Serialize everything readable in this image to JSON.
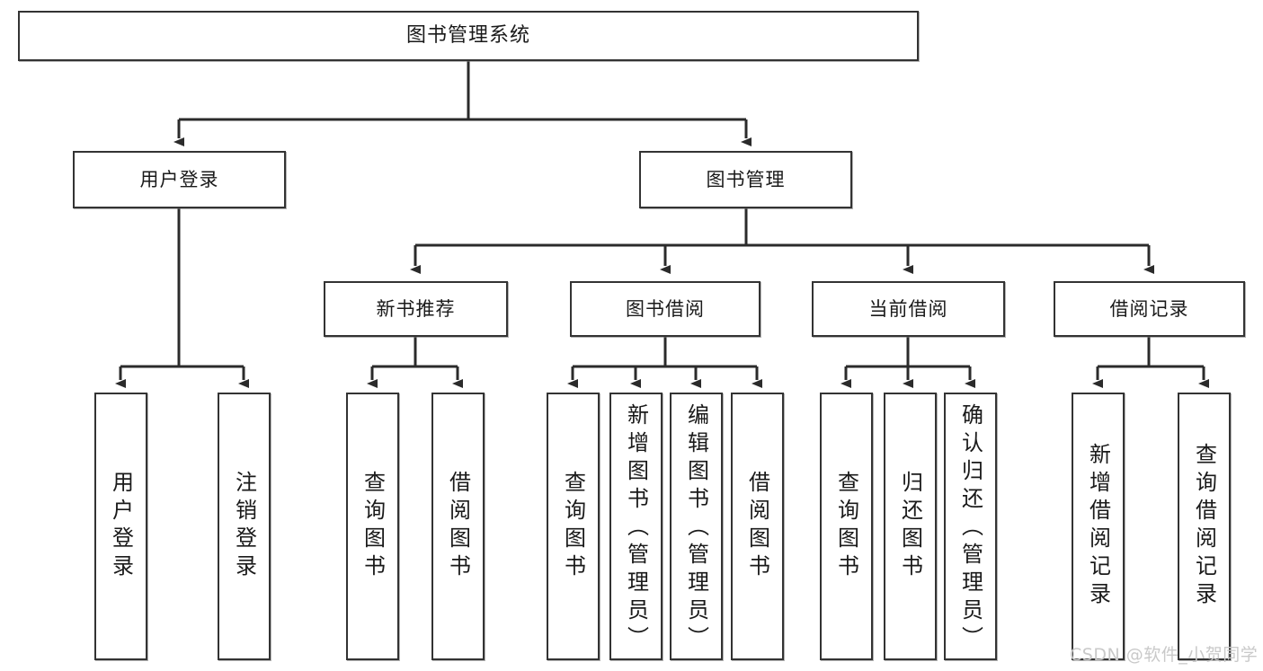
{
  "diagram": {
    "title": "图书管理系统",
    "type": "hierarchy-tree",
    "root": {
      "label": "图书管理系统"
    },
    "level2": [
      {
        "label": "用户登录"
      },
      {
        "label": "图书管理"
      }
    ],
    "level3": [
      {
        "label": "新书推荐"
      },
      {
        "label": "图书借阅"
      },
      {
        "label": "当前借阅"
      },
      {
        "label": "借阅记录"
      }
    ],
    "leaves": {
      "user_login": [
        {
          "label": "用户登录"
        },
        {
          "label": "注销登录"
        }
      ],
      "new_book_recommend": [
        {
          "label": "查询图书"
        },
        {
          "label": "借阅图书"
        }
      ],
      "book_borrow": [
        {
          "label": "查询图书"
        },
        {
          "label": "新增图书（管理员）"
        },
        {
          "label": "编辑图书（管理员）"
        },
        {
          "label": "借阅图书"
        }
      ],
      "current_borrow": [
        {
          "label": "查询图书"
        },
        {
          "label": "归还图书"
        },
        {
          "label": "确认归还（管理员）"
        }
      ],
      "borrow_record": [
        {
          "label": "新增借阅记录"
        },
        {
          "label": "查询借阅记录"
        }
      ]
    }
  },
  "watermark": {
    "text": "CSDN @软件_小贺同学"
  },
  "colors": {
    "box_border": "#333333",
    "box_fill": "#ffffff",
    "line": "#2b2b2b",
    "text": "#1a1a1a",
    "watermark": "#c9c9c9"
  }
}
